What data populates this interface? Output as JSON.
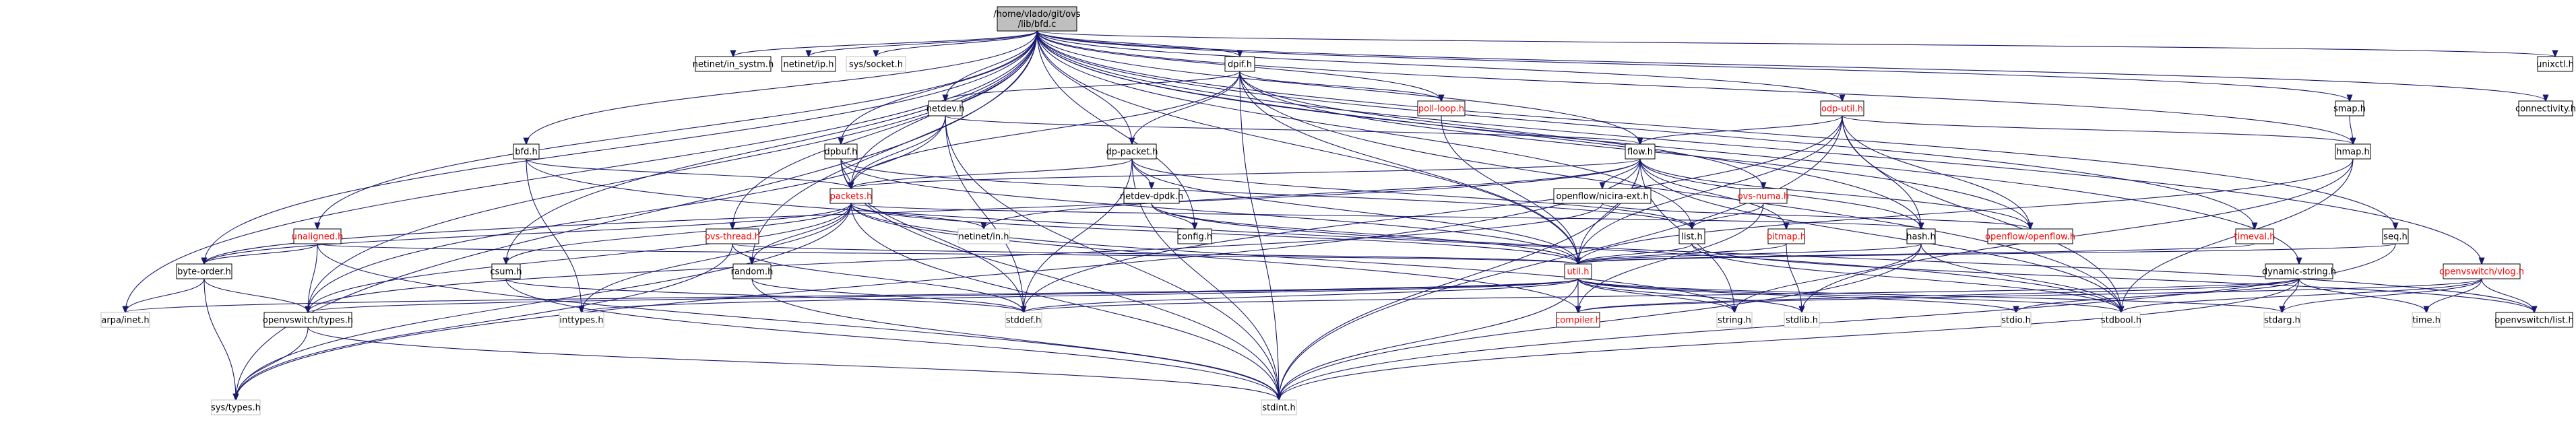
{
  "colors": {
    "edge": "#191970",
    "root_fill": "#bfbfbf",
    "node_fill": "#ffffff",
    "missing_border": "#bfbfbf",
    "red_text": "#ff0000",
    "text": "#000000"
  },
  "nodes": [
    {
      "id": "root",
      "label": [
        "/home/vlado/git/ovs",
        "/lib/bfd.c"
      ],
      "kind": "root"
    },
    {
      "id": "netinet_in_systm",
      "label": [
        "netinet/in_systm.h"
      ],
      "kind": "normal"
    },
    {
      "id": "netinet_ip",
      "label": [
        "netinet/ip.h"
      ],
      "kind": "normal"
    },
    {
      "id": "sys_socket",
      "label": [
        "sys/socket.h"
      ],
      "kind": "grey"
    },
    {
      "id": "dpif",
      "label": [
        "dpif.h"
      ],
      "kind": "normal"
    },
    {
      "id": "unixctl",
      "label": [
        "unixctl.h"
      ],
      "kind": "normal"
    },
    {
      "id": "connectivity",
      "label": [
        "connectivity.h"
      ],
      "kind": "normal"
    },
    {
      "id": "netdev",
      "label": [
        "netdev.h"
      ],
      "kind": "normal"
    },
    {
      "id": "poll_loop",
      "label": [
        "poll-loop.h"
      ],
      "kind": "red"
    },
    {
      "id": "odp_util",
      "label": [
        "odp-util.h"
      ],
      "kind": "red"
    },
    {
      "id": "smap",
      "label": [
        "smap.h"
      ],
      "kind": "normal"
    },
    {
      "id": "bfd",
      "label": [
        "bfd.h"
      ],
      "kind": "normal"
    },
    {
      "id": "dpbuf",
      "label": [
        "dpbuf.h"
      ],
      "kind": "normal"
    },
    {
      "id": "dp_packet",
      "label": [
        "dp-packet.h"
      ],
      "kind": "normal"
    },
    {
      "id": "flow",
      "label": [
        "flow.h"
      ],
      "kind": "normal"
    },
    {
      "id": "hmap",
      "label": [
        "hmap.h"
      ],
      "kind": "normal"
    },
    {
      "id": "packets",
      "label": [
        "packets.h"
      ],
      "kind": "red"
    },
    {
      "id": "netdev_dpdk",
      "label": [
        "netdev-dpdk.h"
      ],
      "kind": "normal"
    },
    {
      "id": "openflow_nicira",
      "label": [
        "openflow/nicira-ext.h"
      ],
      "kind": "normal"
    },
    {
      "id": "ovs_numa",
      "label": [
        "ovs-numa.h"
      ],
      "kind": "red"
    },
    {
      "id": "unaligned",
      "label": [
        "unaligned.h"
      ],
      "kind": "red"
    },
    {
      "id": "ovs_thread",
      "label": [
        "ovs-thread.h"
      ],
      "kind": "red"
    },
    {
      "id": "netinet_in",
      "label": [
        "netinet/in.h"
      ],
      "kind": "grey"
    },
    {
      "id": "config",
      "label": [
        "config.h"
      ],
      "kind": "normal"
    },
    {
      "id": "list",
      "label": [
        "list.h"
      ],
      "kind": "normal"
    },
    {
      "id": "bitmap",
      "label": [
        "bitmap.h"
      ],
      "kind": "red"
    },
    {
      "id": "hash",
      "label": [
        "hash.h"
      ],
      "kind": "normal"
    },
    {
      "id": "openflow_openflow",
      "label": [
        "openflow/openflow.h"
      ],
      "kind": "red"
    },
    {
      "id": "timeval",
      "label": [
        "timeval.h"
      ],
      "kind": "red"
    },
    {
      "id": "seq",
      "label": [
        "seq.h"
      ],
      "kind": "normal"
    },
    {
      "id": "byte_order",
      "label": [
        "byte-order.h"
      ],
      "kind": "normal"
    },
    {
      "id": "csum",
      "label": [
        "csum.h"
      ],
      "kind": "normal"
    },
    {
      "id": "random",
      "label": [
        "random.h"
      ],
      "kind": "normal"
    },
    {
      "id": "util",
      "label": [
        "util.h"
      ],
      "kind": "red"
    },
    {
      "id": "dynamic_string",
      "label": [
        "dynamic-string.h"
      ],
      "kind": "normal"
    },
    {
      "id": "vlog",
      "label": [
        "openvswitch/vlog.h"
      ],
      "kind": "red"
    },
    {
      "id": "arpa_inet",
      "label": [
        "arpa/inet.h"
      ],
      "kind": "grey"
    },
    {
      "id": "ovs_types",
      "label": [
        "openvswitch/types.h"
      ],
      "kind": "normal"
    },
    {
      "id": "inttypes",
      "label": [
        "inttypes.h"
      ],
      "kind": "grey"
    },
    {
      "id": "stddef",
      "label": [
        "stddef.h"
      ],
      "kind": "grey"
    },
    {
      "id": "compiler",
      "label": [
        "compiler.h"
      ],
      "kind": "red"
    },
    {
      "id": "string",
      "label": [
        "string.h"
      ],
      "kind": "grey"
    },
    {
      "id": "stdlib",
      "label": [
        "stdlib.h"
      ],
      "kind": "grey"
    },
    {
      "id": "stdio",
      "label": [
        "stdio.h"
      ],
      "kind": "grey"
    },
    {
      "id": "stdbool",
      "label": [
        "stdbool.h"
      ],
      "kind": "grey"
    },
    {
      "id": "stdarg",
      "label": [
        "stdarg.h"
      ],
      "kind": "grey"
    },
    {
      "id": "time",
      "label": [
        "time.h"
      ],
      "kind": "grey"
    },
    {
      "id": "ovs_list",
      "label": [
        "openvswitch/list.h"
      ],
      "kind": "normal"
    },
    {
      "id": "sys_types",
      "label": [
        "sys/types.h"
      ],
      "kind": "grey"
    },
    {
      "id": "stdint",
      "label": [
        "stdint.h"
      ],
      "kind": "grey"
    }
  ],
  "edges": [
    [
      "root",
      "netinet_in_systm"
    ],
    [
      "root",
      "netinet_ip"
    ],
    [
      "root",
      "sys_socket"
    ],
    [
      "root",
      "dpif"
    ],
    [
      "root",
      "unixctl"
    ],
    [
      "root",
      "connectivity"
    ],
    [
      "root",
      "netdev"
    ],
    [
      "root",
      "poll_loop"
    ],
    [
      "root",
      "odp_util"
    ],
    [
      "root",
      "smap"
    ],
    [
      "root",
      "bfd"
    ],
    [
      "root",
      "dpbuf"
    ],
    [
      "root",
      "dp_packet"
    ],
    [
      "root",
      "flow"
    ],
    [
      "root",
      "hmap"
    ],
    [
      "root",
      "packets"
    ],
    [
      "root",
      "unaligned"
    ],
    [
      "root",
      "ovs_thread"
    ],
    [
      "root",
      "csum"
    ],
    [
      "root",
      "util"
    ],
    [
      "root",
      "byte_order"
    ],
    [
      "root",
      "hash"
    ],
    [
      "root",
      "timeval"
    ],
    [
      "root",
      "seq"
    ],
    [
      "root",
      "dynamic_string"
    ],
    [
      "root",
      "vlog"
    ],
    [
      "root",
      "list"
    ],
    [
      "root",
      "config"
    ],
    [
      "root",
      "arpa_inet"
    ],
    [
      "root",
      "ovs_types"
    ],
    [
      "root",
      "sys_types"
    ],
    [
      "root",
      "random"
    ],
    [
      "dpif",
      "netdev"
    ],
    [
      "dpif",
      "dp_packet"
    ],
    [
      "dpif",
      "packets"
    ],
    [
      "dpif",
      "util"
    ],
    [
      "dpif",
      "stdint"
    ],
    [
      "dpif",
      "openflow_openflow"
    ],
    [
      "dpif",
      "stdbool"
    ],
    [
      "dpif",
      "ovs_numa"
    ],
    [
      "dpif",
      "poll_loop"
    ],
    [
      "netdev",
      "packets"
    ],
    [
      "netdev",
      "flow"
    ],
    [
      "netdev",
      "stddef"
    ],
    [
      "netdev",
      "stdint"
    ],
    [
      "netdev",
      "ovs_types"
    ],
    [
      "poll_loop",
      "util"
    ],
    [
      "odp_util",
      "flow"
    ],
    [
      "odp_util",
      "hash"
    ],
    [
      "odp_util",
      "hmap"
    ],
    [
      "odp_util",
      "util"
    ],
    [
      "odp_util",
      "openflow_openflow"
    ],
    [
      "odp_util",
      "stdbool"
    ],
    [
      "odp_util",
      "stdint"
    ],
    [
      "odp_util",
      "stddef"
    ],
    [
      "smap",
      "hmap"
    ],
    [
      "bfd",
      "packets"
    ],
    [
      "bfd",
      "inttypes"
    ],
    [
      "bfd",
      "stdbool"
    ],
    [
      "dpbuf",
      "packets"
    ],
    [
      "dpbuf",
      "util"
    ],
    [
      "dpbuf",
      "stddef"
    ],
    [
      "dpbuf",
      "stdint"
    ],
    [
      "dpbuf",
      "list"
    ],
    [
      "dp_packet",
      "packets"
    ],
    [
      "dp_packet",
      "netdev_dpdk"
    ],
    [
      "dp_packet",
      "util"
    ],
    [
      "dp_packet",
      "stdint"
    ],
    [
      "dp_packet",
      "stddef"
    ],
    [
      "dp_packet",
      "list"
    ],
    [
      "flow",
      "packets"
    ],
    [
      "flow",
      "openflow_nicira"
    ],
    [
      "flow",
      "hash"
    ],
    [
      "flow",
      "util"
    ],
    [
      "flow",
      "stdint"
    ],
    [
      "flow",
      "string"
    ],
    [
      "flow",
      "openflow_openflow"
    ],
    [
      "flow",
      "bitmap"
    ],
    [
      "flow",
      "byte_order"
    ],
    [
      "flow",
      "netinet_in"
    ],
    [
      "flow",
      "sys_types"
    ],
    [
      "flow",
      "stdbool"
    ],
    [
      "hmap",
      "util"
    ],
    [
      "hmap",
      "stdbool"
    ],
    [
      "hmap",
      "stdlib"
    ],
    [
      "packets",
      "ovs_types"
    ],
    [
      "packets",
      "byte_order"
    ],
    [
      "packets",
      "csum"
    ],
    [
      "packets",
      "random"
    ],
    [
      "packets",
      "hash"
    ],
    [
      "packets",
      "util"
    ],
    [
      "packets",
      "compiler"
    ],
    [
      "packets",
      "stdint"
    ],
    [
      "packets",
      "string"
    ],
    [
      "packets",
      "inttypes"
    ],
    [
      "packets",
      "netinet_in"
    ],
    [
      "packets",
      "sys_types"
    ],
    [
      "netdev_dpdk",
      "config"
    ],
    [
      "netdev_dpdk",
      "util"
    ],
    [
      "netdev_dpdk",
      "ovs_list"
    ],
    [
      "openflow_nicira",
      "openflow_openflow"
    ],
    [
      "openflow_nicira",
      "ovs_types"
    ],
    [
      "ovs_numa",
      "list"
    ],
    [
      "ovs_numa",
      "compiler"
    ],
    [
      "unaligned",
      "byte_order"
    ],
    [
      "unaligned",
      "ovs_types"
    ],
    [
      "unaligned",
      "util"
    ],
    [
      "unaligned",
      "stdint"
    ],
    [
      "ovs_thread",
      "util"
    ],
    [
      "ovs_thread",
      "stddef"
    ],
    [
      "ovs_thread",
      "sys_types"
    ],
    [
      "list",
      "util"
    ],
    [
      "list",
      "ovs_list"
    ],
    [
      "list",
      "stdbool"
    ],
    [
      "bitmap",
      "util"
    ],
    [
      "bitmap",
      "stdlib"
    ],
    [
      "hash",
      "util"
    ],
    [
      "hash",
      "string"
    ],
    [
      "hash",
      "stdbool"
    ],
    [
      "hash",
      "stdint"
    ],
    [
      "timeval",
      "util"
    ],
    [
      "seq",
      "util"
    ],
    [
      "seq",
      "stdint"
    ],
    [
      "byte_order",
      "arpa_inet"
    ],
    [
      "byte_order",
      "sys_types"
    ],
    [
      "byte_order",
      "ovs_types"
    ],
    [
      "csum",
      "stddef"
    ],
    [
      "csum",
      "stdint"
    ],
    [
      "random",
      "stddef"
    ],
    [
      "random",
      "stdint"
    ],
    [
      "util",
      "compiler"
    ],
    [
      "util",
      "ovs_types"
    ],
    [
      "util",
      "inttypes"
    ],
    [
      "util",
      "stddef"
    ],
    [
      "util",
      "string"
    ],
    [
      "util",
      "stdlib"
    ],
    [
      "util",
      "stdio"
    ],
    [
      "util",
      "stdbool"
    ],
    [
      "util",
      "stdarg"
    ],
    [
      "util",
      "stdint"
    ],
    [
      "util",
      "arpa_inet"
    ],
    [
      "dynamic_string",
      "compiler"
    ],
    [
      "dynamic_string",
      "stddef"
    ],
    [
      "dynamic_string",
      "stdio"
    ],
    [
      "dynamic_string",
      "stdarg"
    ],
    [
      "dynamic_string",
      "stdint"
    ],
    [
      "dynamic_string",
      "time"
    ],
    [
      "vlog",
      "compiler"
    ],
    [
      "vlog",
      "time"
    ],
    [
      "vlog",
      "ovs_list"
    ],
    [
      "vlog",
      "stdarg"
    ],
    [
      "vlog",
      "stdbool"
    ],
    [
      "ovs_types",
      "sys_types"
    ],
    [
      "ovs_types",
      "stdint"
    ]
  ]
}
